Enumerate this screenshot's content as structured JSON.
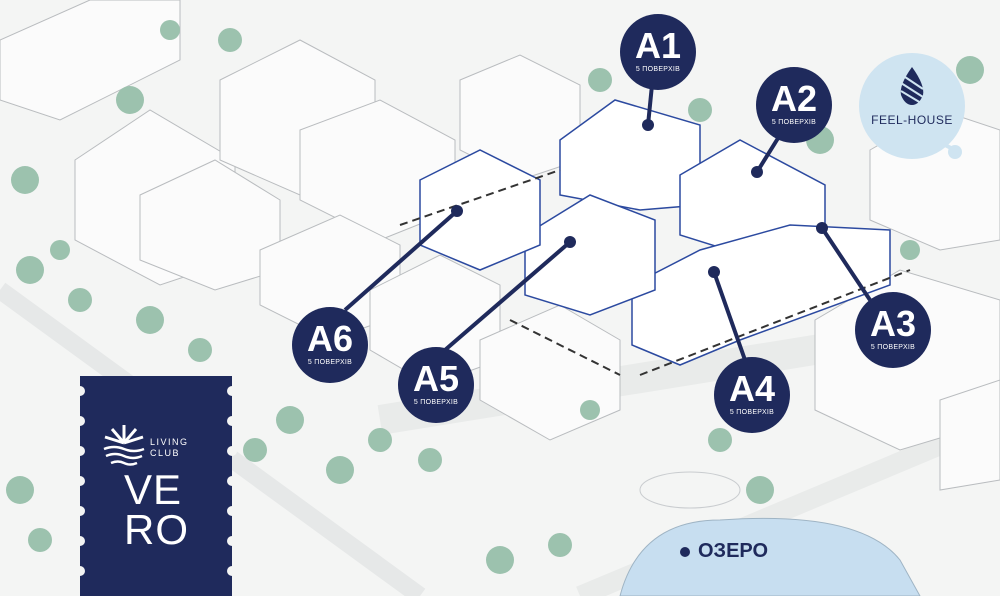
{
  "map": {
    "buildings": [
      {
        "id": "A1",
        "label": "A1",
        "floors": "5 ПОВЕРХІВ"
      },
      {
        "id": "A2",
        "label": "A2",
        "floors": "5 ПОВЕРХІВ"
      },
      {
        "id": "A3",
        "label": "A3",
        "floors": "5 ПОВЕРХІВ"
      },
      {
        "id": "A4",
        "label": "A4",
        "floors": "5 ПОВЕРХІВ"
      },
      {
        "id": "A5",
        "label": "A5",
        "floors": "5 ПОВЕРХІВ"
      },
      {
        "id": "A6",
        "label": "A6",
        "floors": "5 ПОВЕРХІВ"
      }
    ],
    "lake_label": "ОЗЕРО",
    "partner_logo": "FEEL-HOUSE"
  },
  "brand": {
    "line1": "LIVING",
    "line2": "CLUB",
    "name_top": "VE",
    "name_bottom": "RO"
  },
  "colors": {
    "navy": "#1f2a5c",
    "highlight": "#2c4aa0",
    "tree": "#8fb8a3",
    "lake": "#c7def0",
    "feel": "#cfe4f1"
  }
}
